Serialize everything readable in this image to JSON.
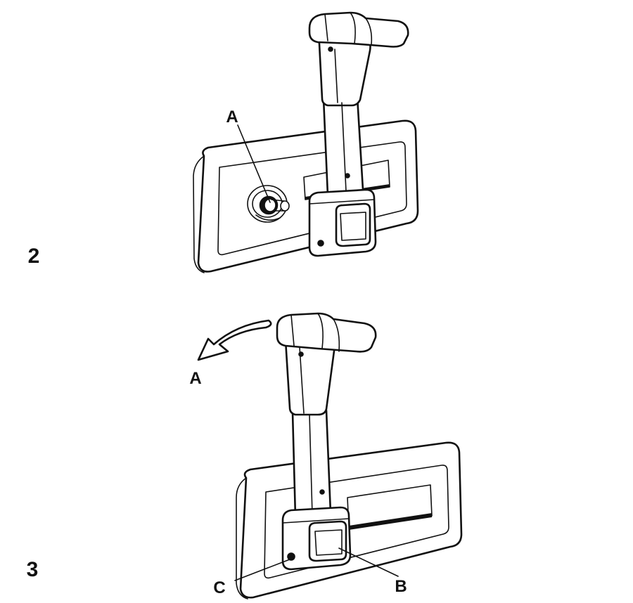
{
  "figures": [
    {
      "number": "2",
      "callouts": [
        {
          "letter": "A"
        }
      ]
    },
    {
      "number": "3",
      "callouts": [
        {
          "letter": "A"
        },
        {
          "letter": "B"
        },
        {
          "letter": "C"
        }
      ]
    }
  ],
  "colors": {
    "ink": "#111111",
    "paper": "#ffffff"
  }
}
